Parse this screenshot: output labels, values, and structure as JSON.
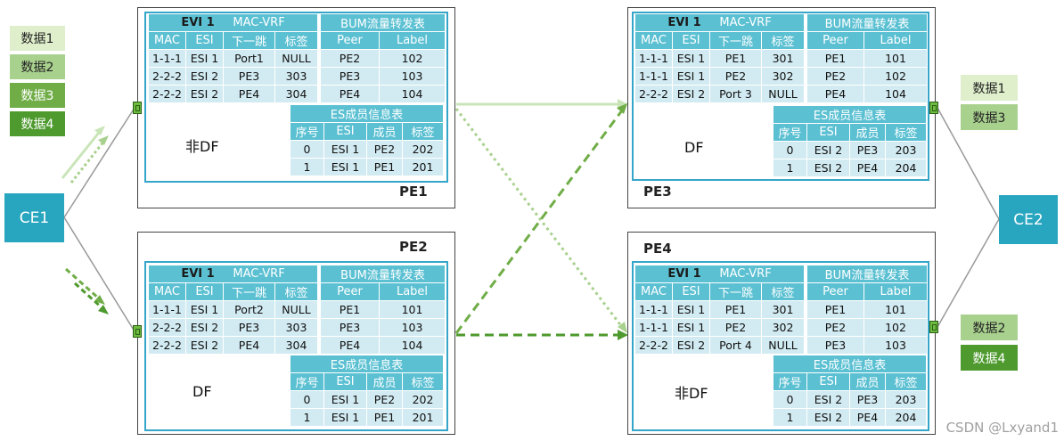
{
  "ce1": "CE1",
  "ce2": "CE2",
  "left_data": [
    "数据1",
    "数据2",
    "数据3",
    "数据4"
  ],
  "right_top_data": [
    "数据1",
    "数据3"
  ],
  "right_bottom_data": [
    "数据2",
    "数据4"
  ],
  "watermark": "CSDN @Lxyand1",
  "headers": {
    "evi": "EVI 1",
    "macvrf": "MAC-VRF",
    "bum": "BUM流量转发表",
    "mac_cols": [
      "MAC",
      "ESI",
      "下一跳",
      "标签"
    ],
    "bum_cols": [
      "Peer",
      "Label"
    ],
    "es_title": "ES成员信息表",
    "es_cols": [
      "序号",
      "ESI",
      "成员",
      "标签"
    ]
  },
  "pe1": {
    "name": "PE1",
    "role": "非DF",
    "mac_rows": [
      [
        "1-1-1",
        "ESI 1",
        "Port1",
        "NULL"
      ],
      [
        "2-2-2",
        "ESI 2",
        "PE3",
        "303"
      ],
      [
        "2-2-2",
        "ESI 2",
        "PE4",
        "304"
      ]
    ],
    "bum_rows": [
      [
        "PE2",
        "102"
      ],
      [
        "PE3",
        "103"
      ],
      [
        "PE4",
        "104"
      ]
    ],
    "es_rows": [
      [
        "0",
        "ESI 1",
        "PE2",
        "202"
      ],
      [
        "1",
        "ESI 1",
        "PE1",
        "201"
      ]
    ]
  },
  "pe2": {
    "name": "PE2",
    "role": "DF",
    "mac_rows": [
      [
        "1-1-1",
        "ESI 1",
        "Port2",
        "NULL"
      ],
      [
        "2-2-2",
        "ESI 2",
        "PE3",
        "303"
      ],
      [
        "2-2-2",
        "ESI 2",
        "PE4",
        "304"
      ]
    ],
    "bum_rows": [
      [
        "PE1",
        "101"
      ],
      [
        "PE3",
        "103"
      ],
      [
        "PE4",
        "104"
      ]
    ],
    "es_rows": [
      [
        "0",
        "ESI 1",
        "PE2",
        "202"
      ],
      [
        "1",
        "ESI 1",
        "PE1",
        "201"
      ]
    ]
  },
  "pe3": {
    "name": "PE3",
    "role": "DF",
    "mac_rows": [
      [
        "1-1-1",
        "ESI 1",
        "PE1",
        "301"
      ],
      [
        "1-1-1",
        "ESI 1",
        "PE2",
        "302"
      ],
      [
        "2-2-2",
        "ESI 2",
        "Port 3",
        "NULL"
      ]
    ],
    "bum_rows": [
      [
        "PE1",
        "101"
      ],
      [
        "PE2",
        "102"
      ],
      [
        "PE4",
        "104"
      ]
    ],
    "es_rows": [
      [
        "0",
        "ESI 2",
        "PE3",
        "203"
      ],
      [
        "1",
        "ESI 2",
        "PE4",
        "204"
      ]
    ]
  },
  "pe4": {
    "name": "PE4",
    "role": "非DF",
    "mac_rows": [
      [
        "1-1-1",
        "ESI 1",
        "PE1",
        "301"
      ],
      [
        "1-1-1",
        "ESI 1",
        "PE2",
        "302"
      ],
      [
        "2-2-2",
        "ESI 2",
        "Port 4",
        "NULL"
      ]
    ],
    "bum_rows": [
      [
        "PE1",
        "101"
      ],
      [
        "PE2",
        "102"
      ],
      [
        "PE3",
        "103"
      ]
    ],
    "es_rows": [
      [
        "0",
        "ESI 2",
        "PE3",
        "203"
      ],
      [
        "1",
        "ESI 2",
        "PE4",
        "204"
      ]
    ]
  }
}
